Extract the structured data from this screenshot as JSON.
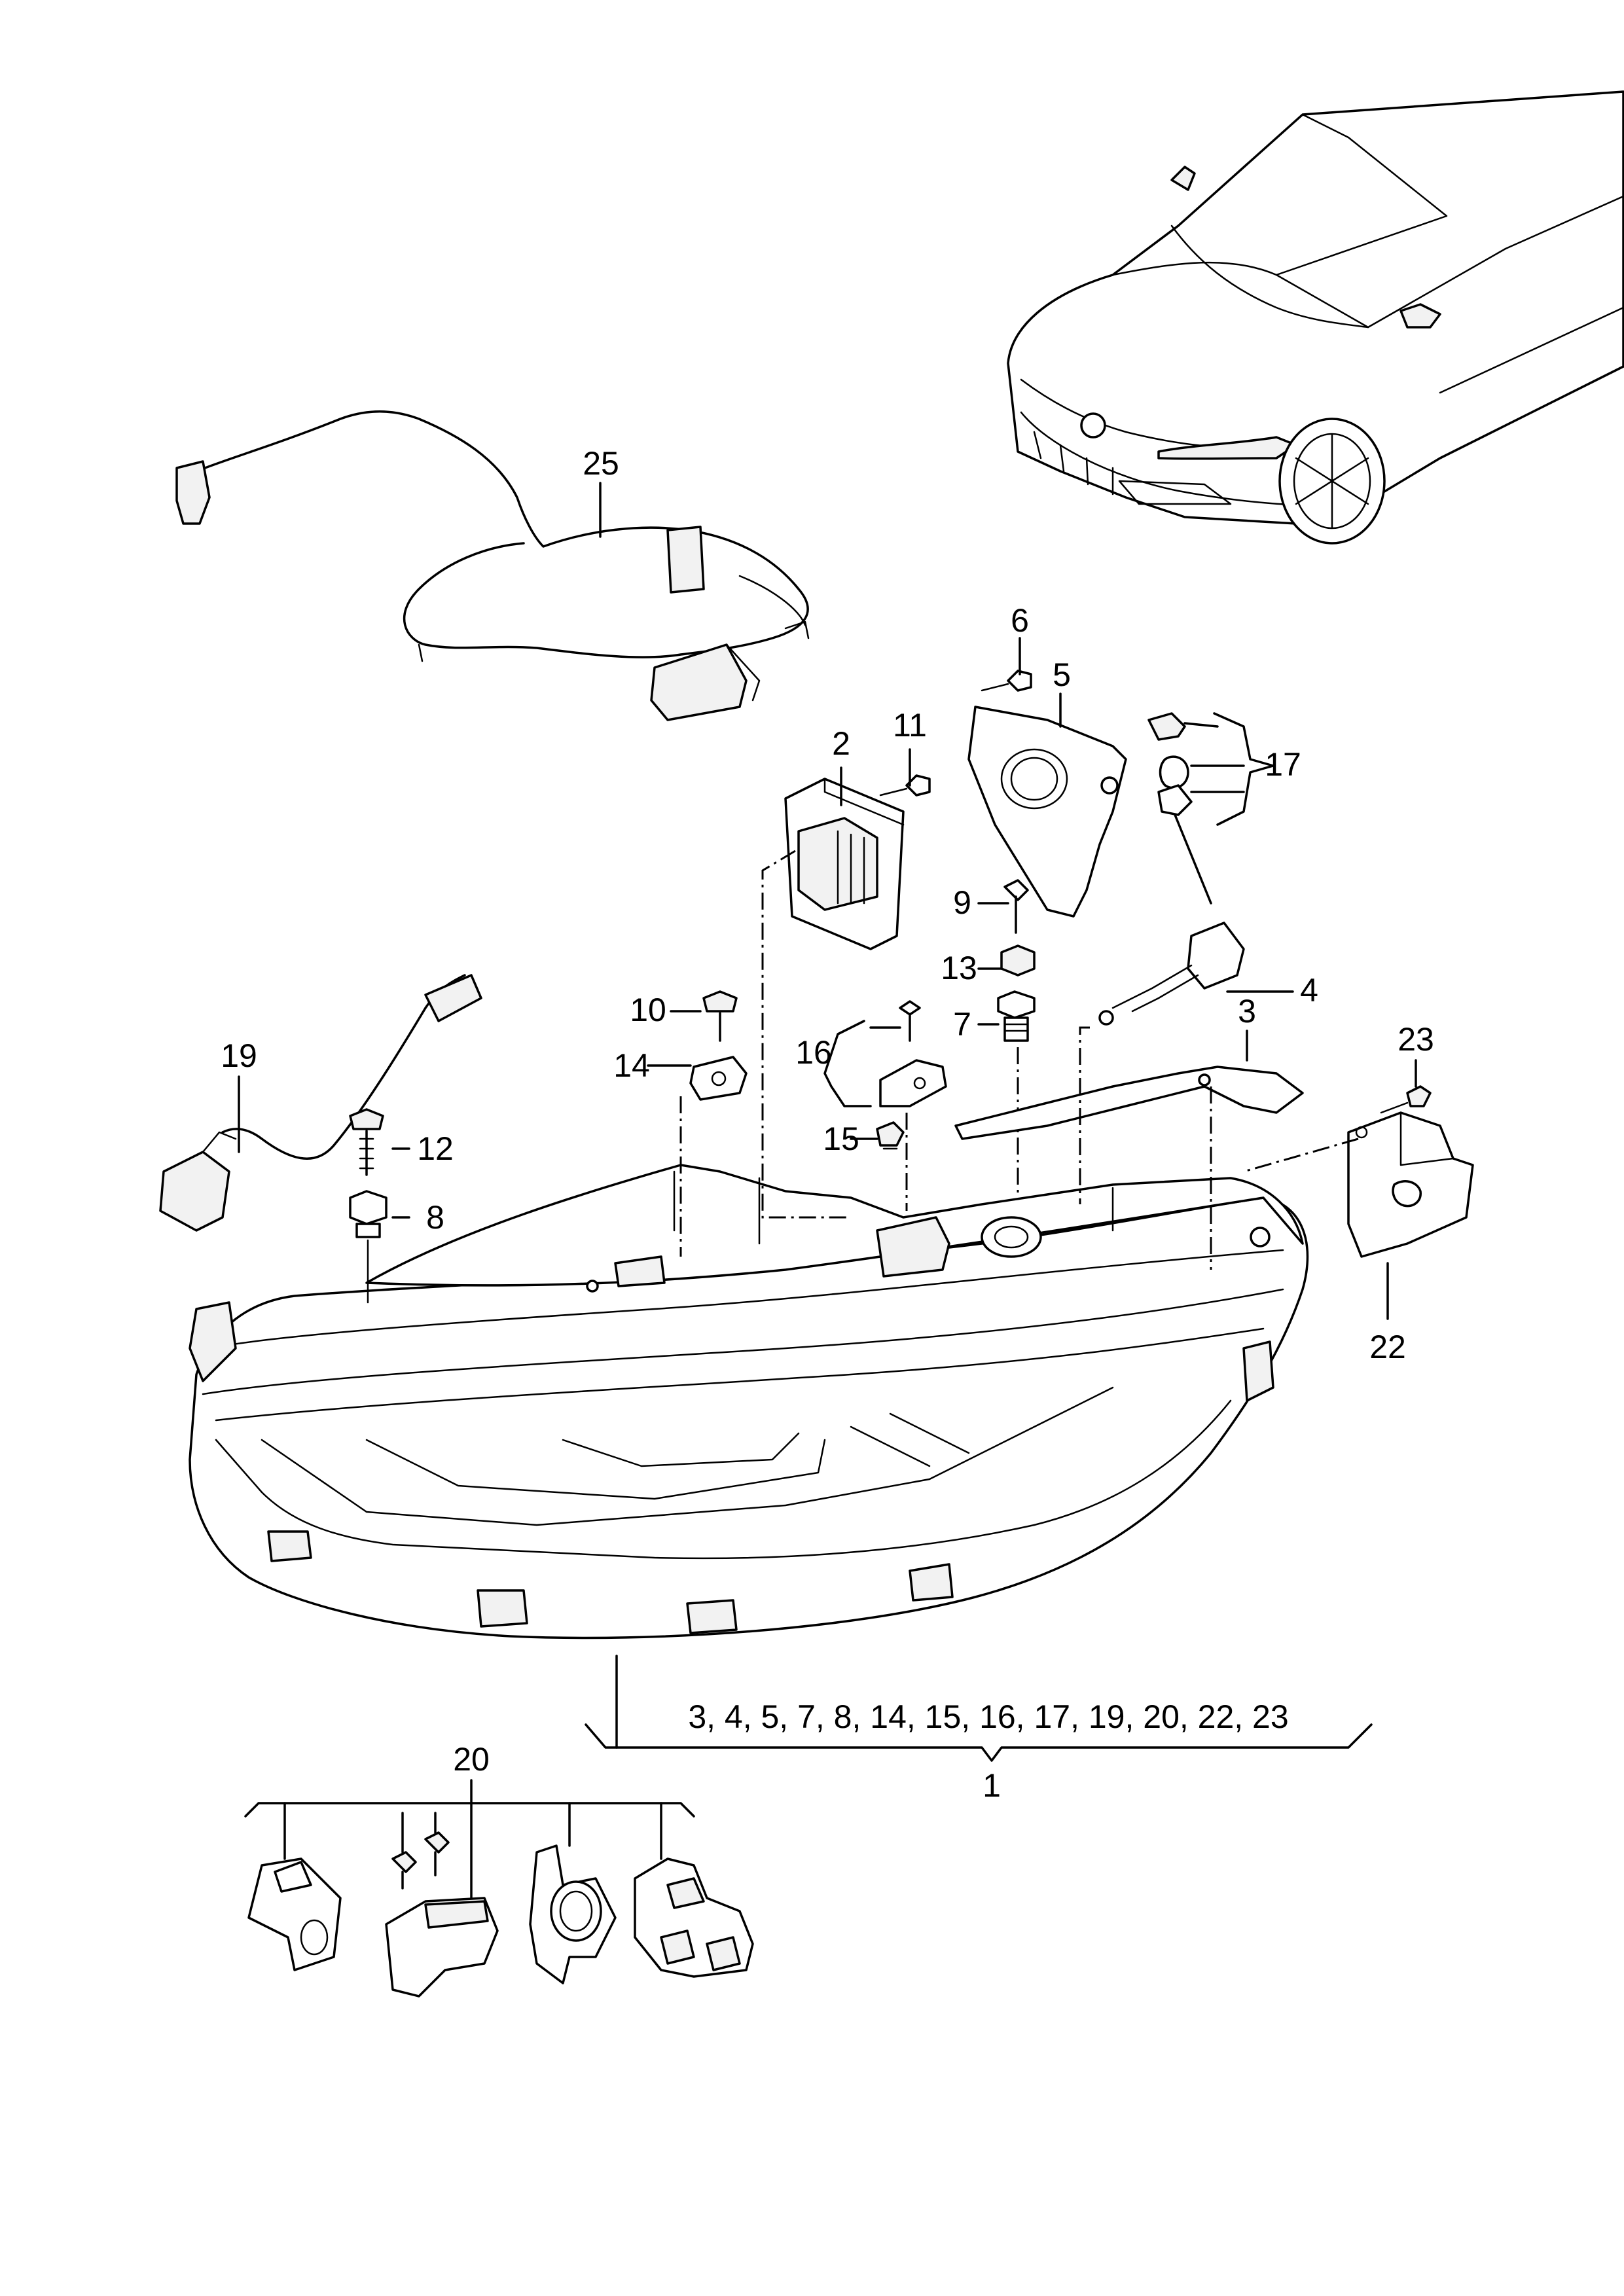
{
  "labels": {
    "p1": "1",
    "p2": "2",
    "p3": "3",
    "p4": "4",
    "p5": "5",
    "p6": "6",
    "p7": "7",
    "p8": "8",
    "p9": "9",
    "p10": "10",
    "p11": "11",
    "p12": "12",
    "p13": "13",
    "p14": "14",
    "p15": "15",
    "p16": "16",
    "p17": "17",
    "p19": "19",
    "p20": "20",
    "p22": "22",
    "p23": "23",
    "p25": "25",
    "assembly_list": "3, 4, 5, 7, 8, 14, 15, 16, 17, 19, 20, 22, 23"
  }
}
